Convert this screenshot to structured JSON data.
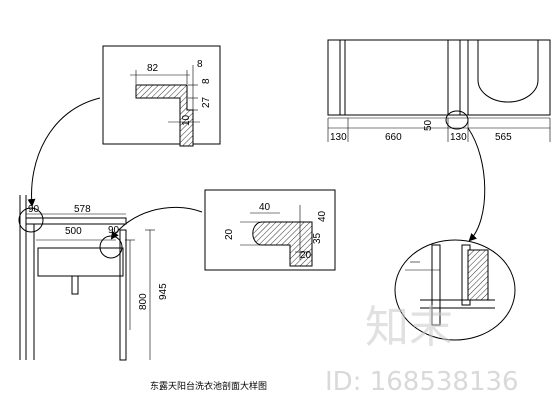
{
  "caption": "东露天阳台洗衣池剖面大样图",
  "detail_tl": {
    "dims": [
      "82",
      "8",
      "8",
      "27",
      "10"
    ]
  },
  "detail_mid": {
    "dims": [
      "40",
      "40",
      "20",
      "35",
      "20"
    ]
  },
  "plan": {
    "dims": [
      "130",
      "660",
      "130",
      "565",
      "50"
    ]
  },
  "section": {
    "dims": [
      "90",
      "578",
      "500",
      "90",
      "800",
      "945"
    ]
  },
  "watermark": {
    "brand": "知末",
    "id": "ID: 168538136"
  }
}
